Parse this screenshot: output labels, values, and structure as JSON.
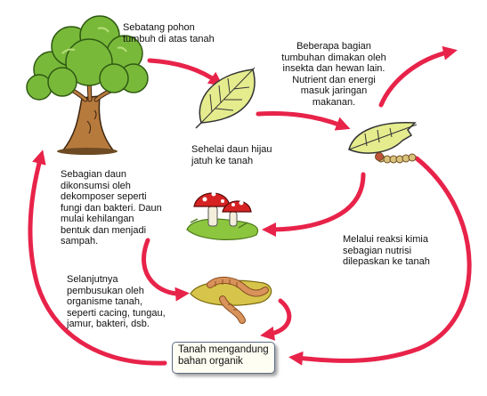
{
  "colors": {
    "arrow": "#e8234a",
    "leaf": "#e4ec8e",
    "leaf_outline": "#333333",
    "tree_foliage": "#79b93a",
    "trunk": "#b77a3d",
    "mushroom_cap": "#d62222",
    "worm": "#d8925a",
    "box_border": "#5c6a86"
  },
  "labels": {
    "tree": "Sebatang pohon\ntumbuh di atas tanah",
    "leaf_fall": "Sehelai daun hijau\njatuh ke tanah",
    "eaten": "Beberapa bagian\ntumbuhan dimakan oleh\ninsekta dan hewan lain.\nNutrient dan energi\nmasuk  jaringan\nmakanan.",
    "decomposer": "Sebagian daun\ndikonsumsi oleh\ndekomposer seperti\nfungi dan bakteri. Daun\nmulai kehilangan\nbentuk dan menjadi\nsampah.",
    "organisms": "Selanjutnya\npembusukan oleh\norganisme tanah,\nseperti  cacing, tungau,\njamur, bakteri, dsb.",
    "nutrients": "Melalui reaksi kimia\nsebagian nutrisi\ndilepaskan ke tanah",
    "soil": "Tanah mengandung\nbahan organik"
  },
  "icons": {
    "tree": "tree-icon",
    "leaf": "leaf-icon",
    "eaten_leaf": "eaten-leaf-with-caterpillar-icon",
    "mushrooms": "mushroom-icon",
    "worms": "earthworm-icon"
  }
}
